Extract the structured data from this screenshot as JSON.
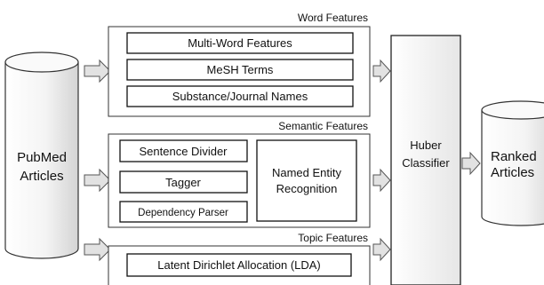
{
  "source": {
    "line1": "PubMed",
    "line2": "Articles"
  },
  "word_features": {
    "title": "Word Features",
    "items": [
      "Multi-Word Features",
      "MeSH Terms",
      "Substance/Journal Names"
    ]
  },
  "semantic_features": {
    "title": "Semantic Features",
    "items": [
      "Sentence Divider",
      "Tagger",
      "Dependency Parser"
    ],
    "ner": {
      "line1": "Named Entity",
      "line2": "Recognition"
    }
  },
  "topic_features": {
    "title": "Topic Features",
    "items": [
      "Latent Dirichlet Allocation (LDA)"
    ]
  },
  "classifier": {
    "line1": "Huber",
    "line2": "Classifier"
  },
  "output": {
    "line1": "Ranked",
    "line2": "Articles"
  },
  "colors": {
    "arrow_fill": "#e2e2e2",
    "stroke": "#333333",
    "box_fill": "#ffffff"
  }
}
